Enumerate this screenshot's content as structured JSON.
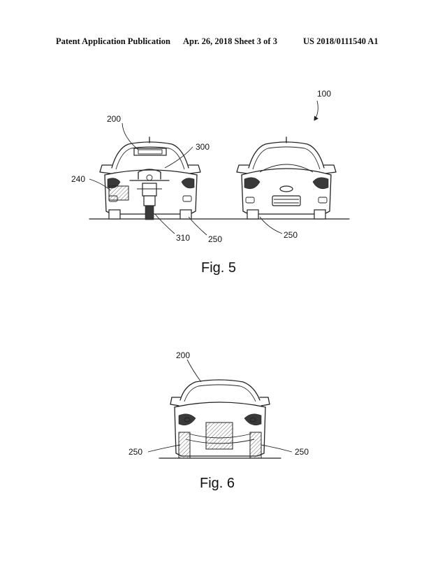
{
  "header": {
    "publication": "Patent Application Publication",
    "date_sheet": "Apr. 26, 2018  Sheet 3 of 3",
    "number": "US 2018/0111540 A1"
  },
  "fig5": {
    "caption": "Fig. 5",
    "refs": {
      "system": "100",
      "vehicle": "200",
      "motorbike": "300",
      "bracket": "240",
      "rear_wheel": "310",
      "wheel_left": "250",
      "wheel_right": "250"
    }
  },
  "fig6": {
    "caption": "Fig. 6",
    "refs": {
      "vehicle": "200",
      "wheel_left": "250",
      "wheel_right": "250"
    }
  }
}
